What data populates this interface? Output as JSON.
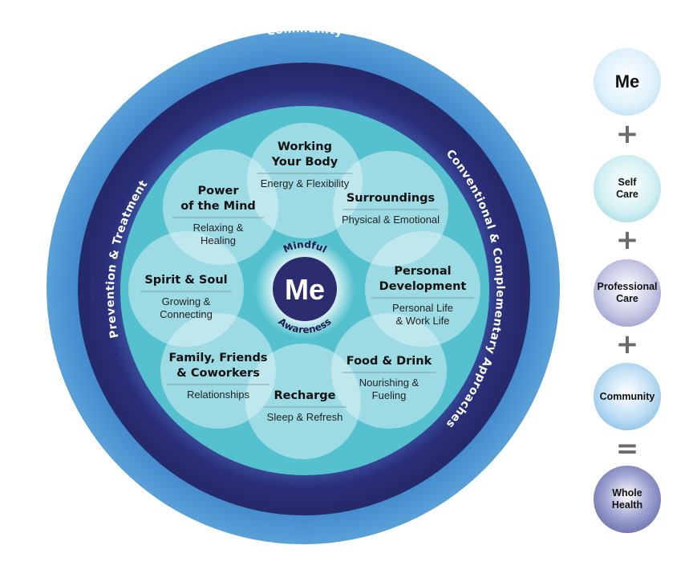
{
  "outer_rings": {
    "community": {
      "label": "Community",
      "color": "#4a90cf"
    },
    "approaches_left": {
      "label": "Prevention & Treatment"
    },
    "approaches_right": {
      "label": "Conventional & Complementary Approaches"
    },
    "navy_color": "#262a6e",
    "teal_color": "#55c1cf"
  },
  "center": {
    "label": "Me",
    "arc_top": "Mindful",
    "arc_bottom": "Awareness",
    "color": "#2b2d6e"
  },
  "petals": [
    {
      "title": [
        "Working",
        "Your Body"
      ],
      "subtitle": [
        "Energy & Flexibility"
      ]
    },
    {
      "title": [
        "Surroundings"
      ],
      "subtitle": [
        "Physical & Emotional"
      ]
    },
    {
      "title": [
        "Personal",
        "Development"
      ],
      "subtitle": [
        "Personal Life",
        "& Work Life"
      ]
    },
    {
      "title": [
        "Food & Drink"
      ],
      "subtitle": [
        "Nourishing &",
        "Fueling"
      ]
    },
    {
      "title": [
        "Recharge"
      ],
      "subtitle": [
        "Sleep & Refresh"
      ]
    },
    {
      "title": [
        "Family, Friends",
        "& Coworkers"
      ],
      "subtitle": [
        "Relationships"
      ]
    },
    {
      "title": [
        "Spirit & Soul"
      ],
      "subtitle": [
        "Growing &",
        "Connecting"
      ]
    },
    {
      "title": [
        "Power",
        "of the Mind"
      ],
      "subtitle": [
        "Relaxing &",
        "Healing"
      ]
    }
  ],
  "equation": {
    "items": [
      {
        "label": "Me"
      },
      {
        "op": "+"
      },
      {
        "label": "Self\nCare"
      },
      {
        "op": "+"
      },
      {
        "label": "Professional\nCare"
      },
      {
        "op": "+"
      },
      {
        "label": "Community"
      },
      {
        "op": "="
      },
      {
        "label": "Whole\nHealth"
      }
    ]
  }
}
